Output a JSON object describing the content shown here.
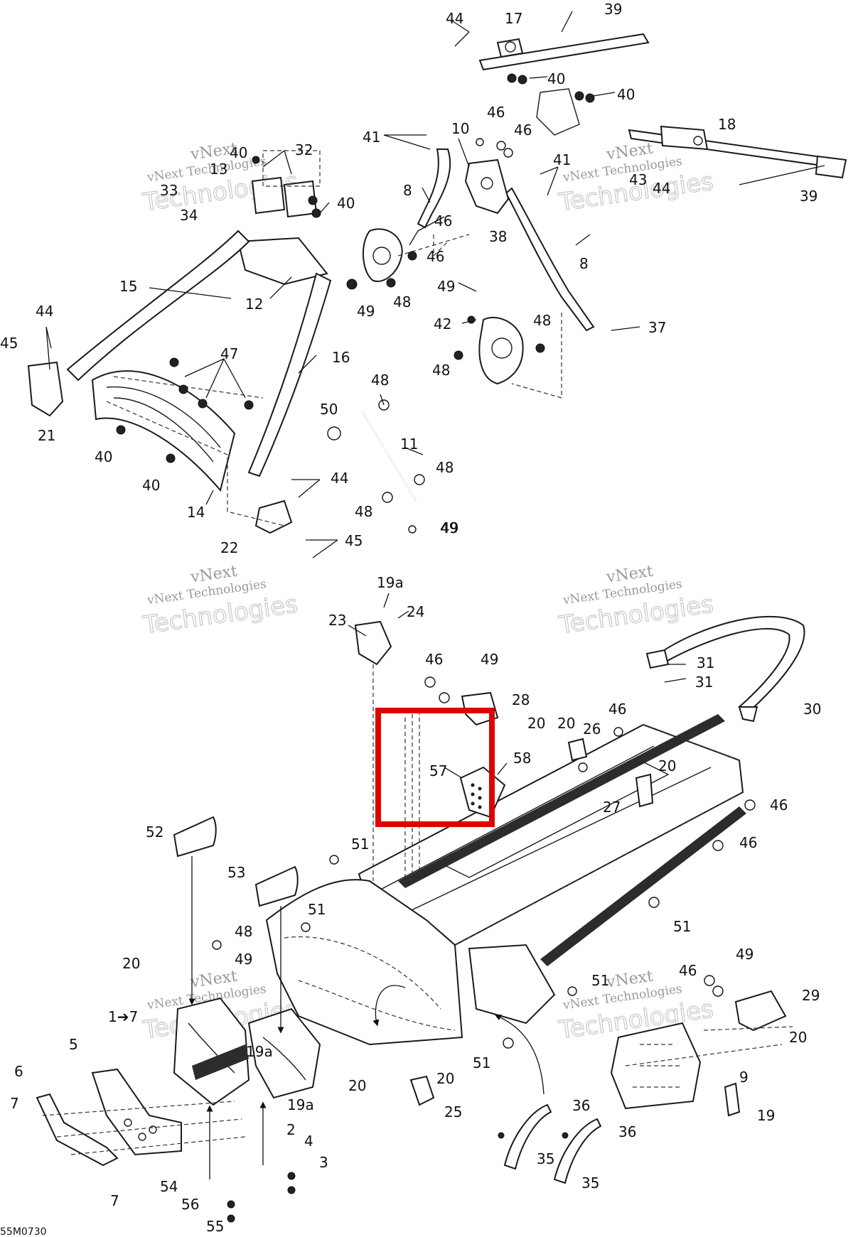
{
  "document_code": "55M0730",
  "highlight_box": {
    "color": "#e00000"
  },
  "watermarks": [
    {
      "title": "vNext",
      "subtitle": "vNext Technologies",
      "big": "Technologies"
    },
    {
      "title": "vNext",
      "subtitle": "vNext Technologies",
      "big": "Technologies"
    },
    {
      "title": "vNext",
      "subtitle": "vNext Technologies",
      "big": "Technologies"
    },
    {
      "title": "vNext",
      "subtitle": "vNext Technologies",
      "big": "Technologies"
    },
    {
      "title": "vNext",
      "subtitle": "vNext Technologies",
      "big": "Technologies"
    },
    {
      "title": "vNext",
      "subtitle": "vNext Technologies",
      "big": "Technologies"
    }
  ],
  "callouts": [
    "44",
    "17",
    "39",
    "40",
    "40",
    "10",
    "46",
    "46",
    "18",
    "41",
    "41",
    "43",
    "44",
    "39",
    "32",
    "40",
    "13",
    "33",
    "34",
    "40",
    "8",
    "46",
    "38",
    "46",
    "8",
    "15",
    "12",
    "49",
    "48",
    "49",
    "42",
    "48",
    "37",
    "44",
    "45",
    "47",
    "16",
    "48",
    "48",
    "21",
    "40",
    "40",
    "50",
    "11",
    "48",
    "44",
    "14",
    "48",
    "49",
    "22",
    "45",
    "49",
    "19a",
    "24",
    "23",
    "46",
    "49",
    "28",
    "20",
    "31",
    "31",
    "30",
    "20",
    "26",
    "46",
    "58",
    "57",
    "20",
    "27",
    "46",
    "46",
    "52",
    "51",
    "53",
    "51",
    "51",
    "48",
    "20",
    "49",
    "51",
    "46",
    "49",
    "29",
    "20",
    "1➔7",
    "5",
    "19a",
    "20",
    "19a",
    "9",
    "19",
    "51",
    "20",
    "25",
    "6",
    "7",
    "2",
    "4",
    "3",
    "36",
    "36",
    "35",
    "35",
    "7",
    "54",
    "56",
    "55"
  ]
}
